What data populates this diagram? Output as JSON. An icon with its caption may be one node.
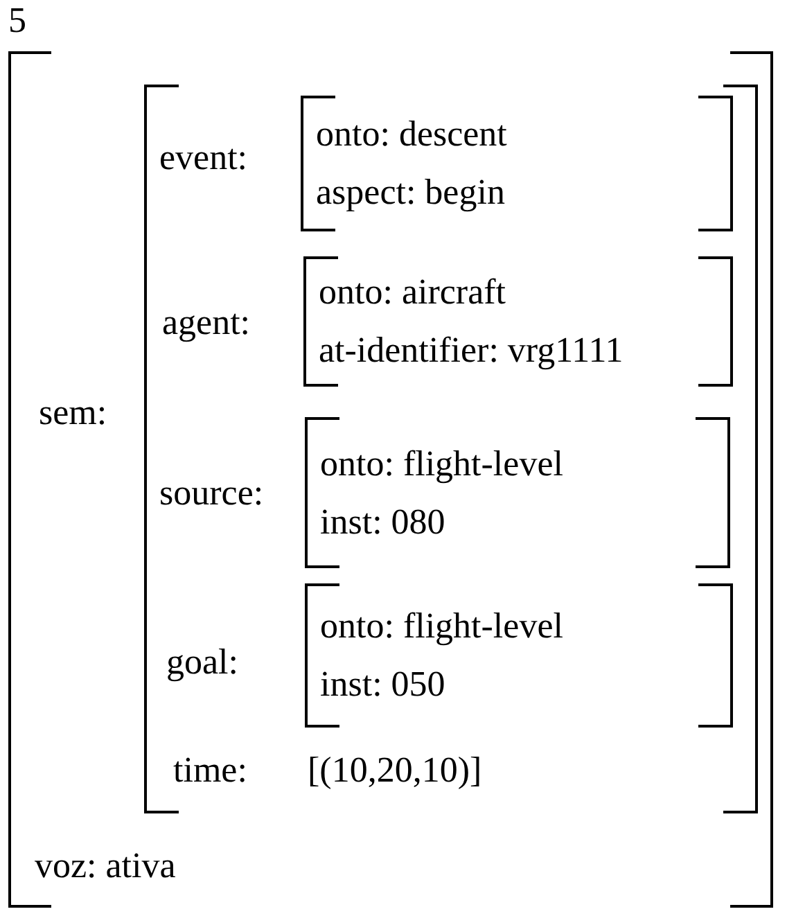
{
  "diagram": {
    "nodes": [
      {
        "text": [
          "5",
          "voz: ativa"
        ]
      },
      {
        "text": [
          "time:",
          "[(10,20,10)]"
        ],
        "in": 0,
        "beside": [
          "sem:"
        ]
      },
      {
        "text": [
          "onto: descent",
          "aspect: begin"
        ],
        "in": 1,
        "beside": [
          "event:"
        ]
      },
      {
        "text": [
          "onto: aircraft",
          "at-identifier: vrg1111"
        ],
        "in": 1,
        "beside": [
          "agent:"
        ]
      },
      {
        "text": [
          "onto: flight-level",
          "inst: 080"
        ],
        "in": 1,
        "beside": [
          "source:"
        ]
      },
      {
        "text": [
          "onto: flight-level",
          "inst: 050"
        ],
        "in": 1,
        "beside": [
          "goal:"
        ]
      }
    ]
  }
}
